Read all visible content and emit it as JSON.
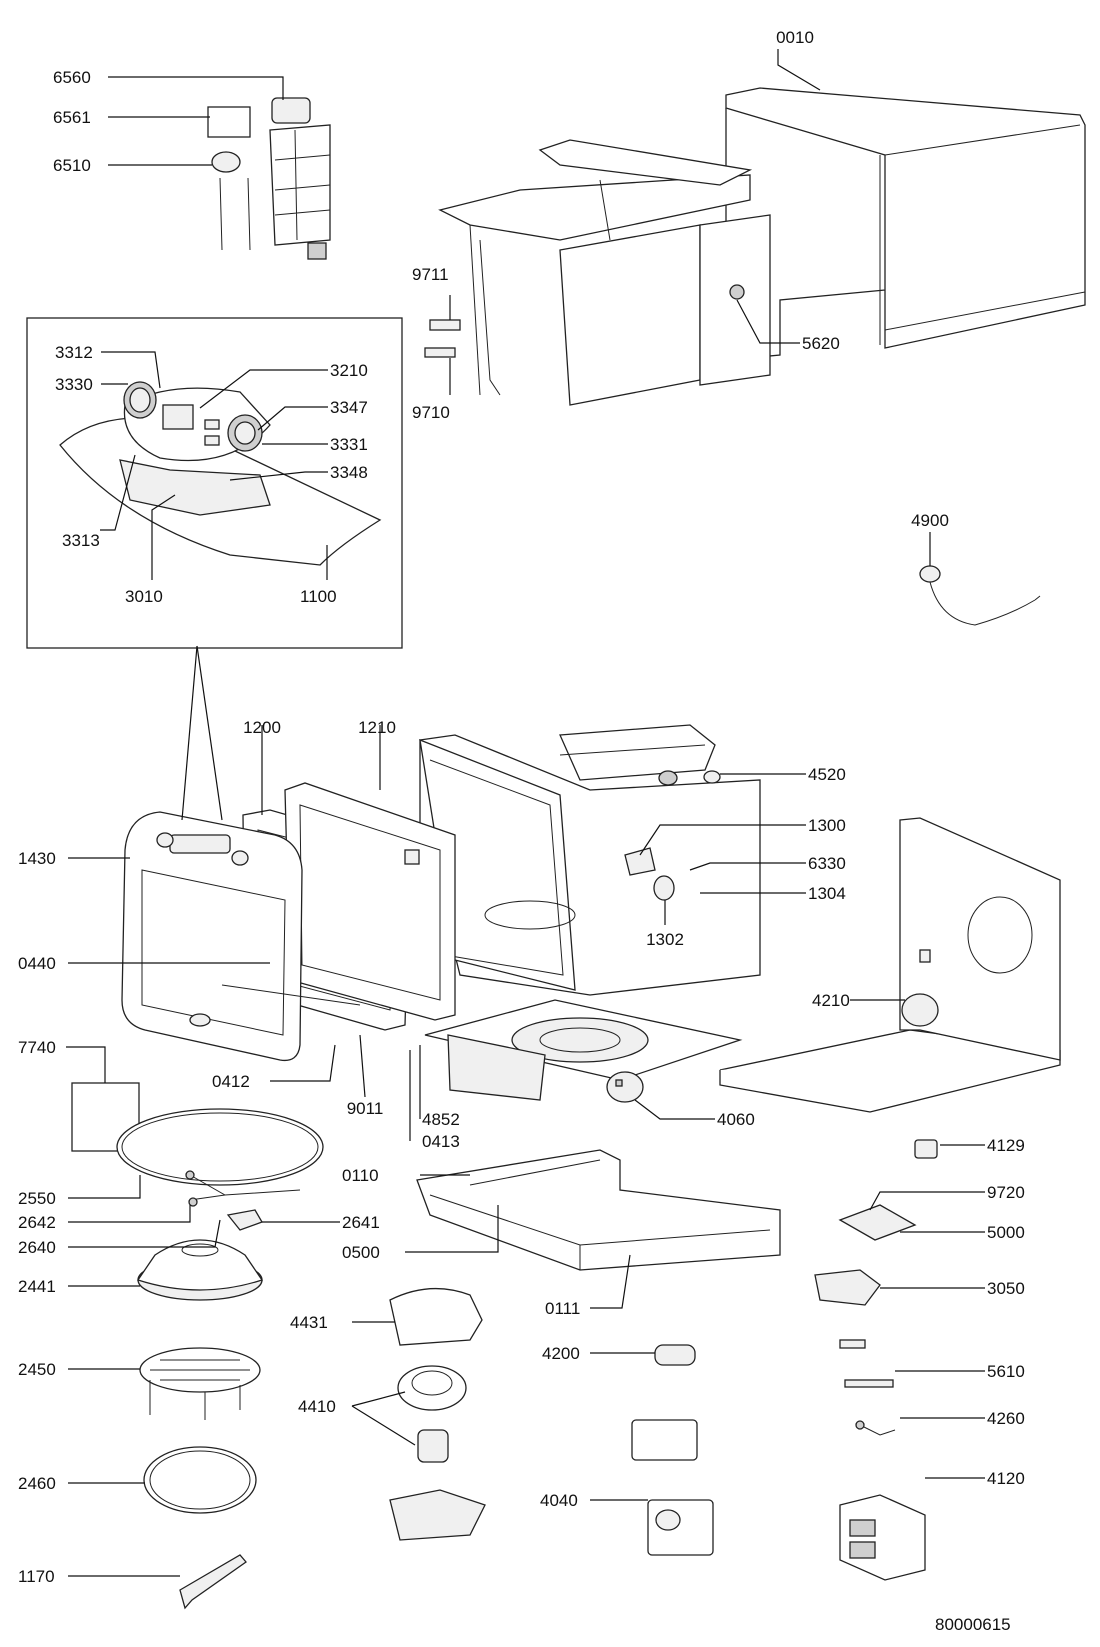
{
  "document_id": "80000615",
  "labels": {
    "l0010": "0010",
    "l6560": "6560",
    "l6561": "6561",
    "l6510": "6510",
    "l9711": "9711",
    "l9710": "9710",
    "l5620": "5620",
    "l3312": "3312",
    "l3330": "3330",
    "l3210": "3210",
    "l3347": "3347",
    "l3331": "3331",
    "l3348": "3348",
    "l3313": "3313",
    "l3010": "3010",
    "l1100": "1100",
    "l4900": "4900",
    "l1200": "1200",
    "l1210": "1210",
    "l4520": "4520",
    "l1430": "1430",
    "l1300": "1300",
    "l6330": "6330",
    "l1304": "1304",
    "l1302": "1302",
    "l0440": "0440",
    "l4210": "4210",
    "l7740": "7740",
    "l0412": "0412",
    "l9011": "9011",
    "l4852": "4852",
    "l4060": "4060",
    "l0413": "0413",
    "l4129": "4129",
    "l0110": "0110",
    "l2550": "2550",
    "l9720": "9720",
    "l2642": "2642",
    "l2641": "2641",
    "l5000": "5000",
    "l2640": "2640",
    "l0500": "0500",
    "l2441": "2441",
    "l3050": "3050",
    "l0111": "0111",
    "l4431": "4431",
    "l4200": "4200",
    "l2450": "2450",
    "l5610": "5610",
    "l4410": "4410",
    "l4260": "4260",
    "l2460": "2460",
    "l4120": "4120",
    "l4040": "4040",
    "l1170": "1170"
  }
}
